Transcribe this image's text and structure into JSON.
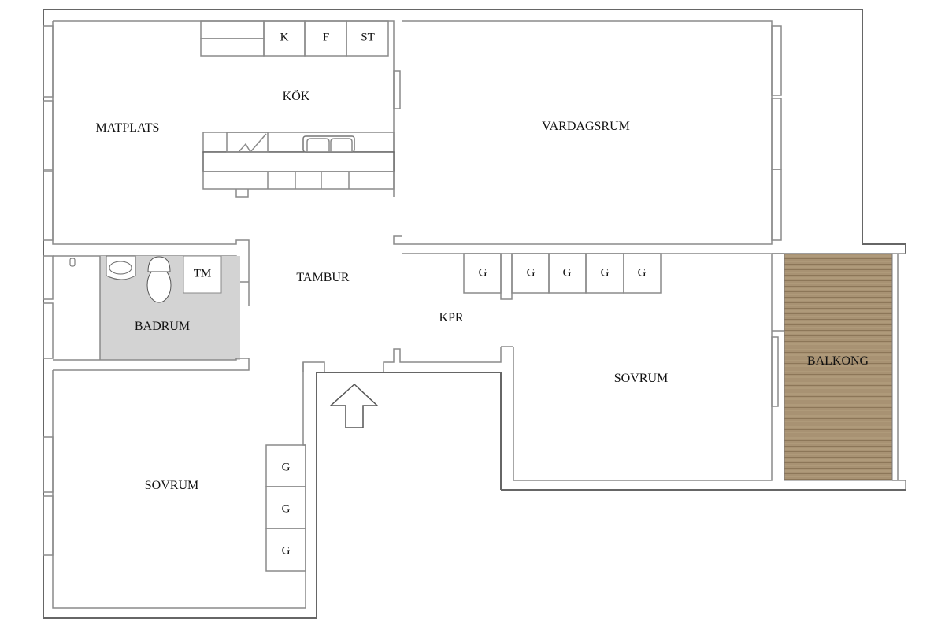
{
  "rooms": {
    "matplats": "MATPLATS",
    "kok": "KÖK",
    "vardagsrum": "VARDAGSRUM",
    "tambur": "TAMBUR",
    "badrum": "BADRUM",
    "kpr": "KPR",
    "sovrum_right": "SOVRUM",
    "balkong": "BALKONG",
    "sovrum_left": "SOVRUM"
  },
  "fixtures": {
    "kitchen": [
      "K",
      "F",
      "ST"
    ],
    "bath_tm": "TM",
    "wardrobes_corridor": [
      "G",
      "G",
      "G",
      "G",
      "G"
    ],
    "wardrobes_bedroom": [
      "G",
      "G",
      "G"
    ]
  },
  "colors": {
    "wall": "#8a8a8a",
    "bathroom_floor": "#d3d3d3",
    "balcony_deck": "#a89273"
  }
}
